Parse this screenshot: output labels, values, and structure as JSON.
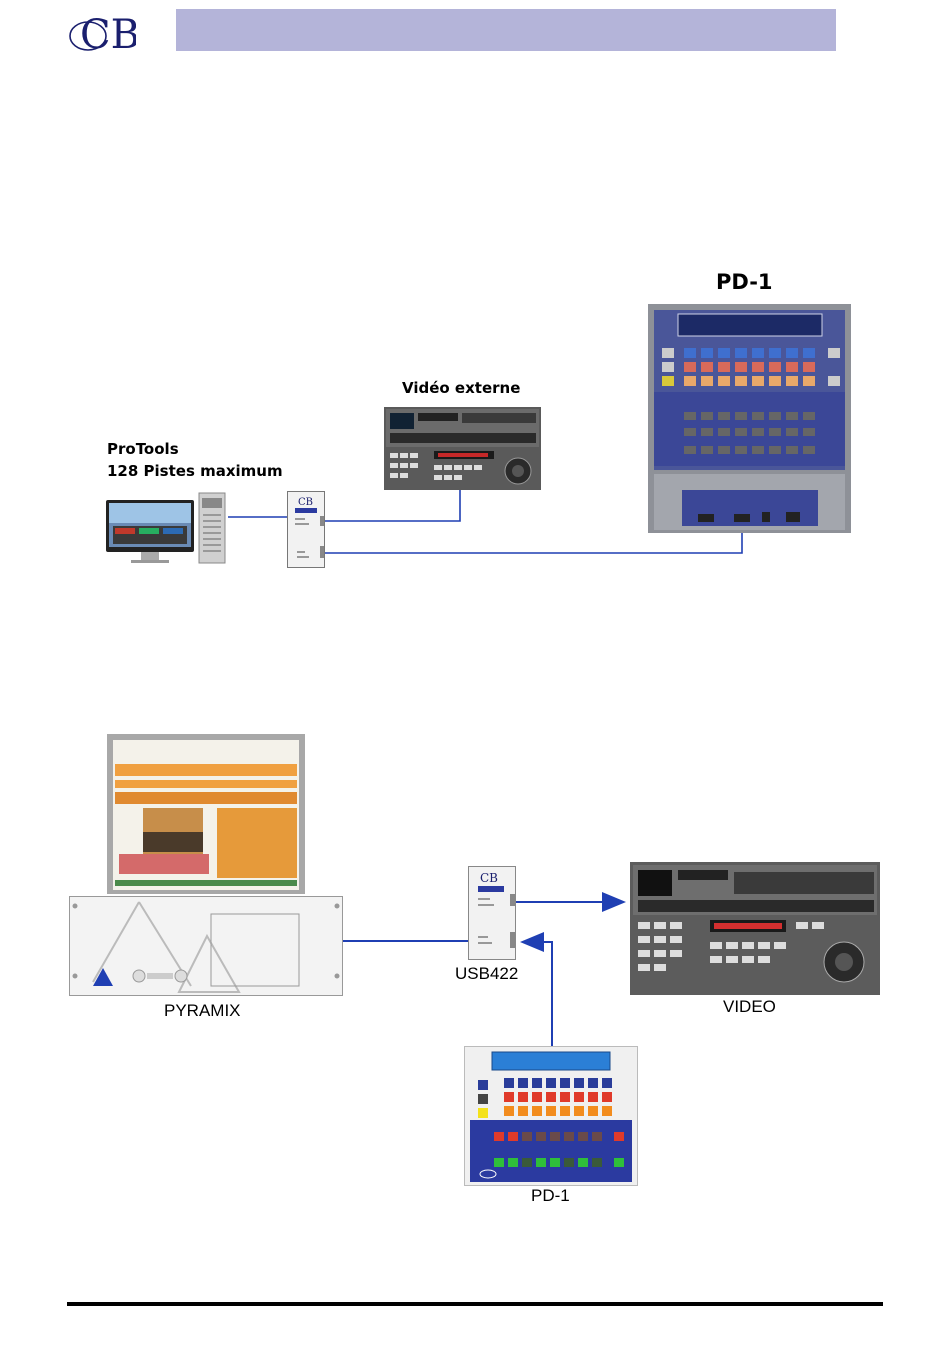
{
  "header": {
    "logo_text": "CB"
  },
  "diagram_top": {
    "pd1_title": "PD-1",
    "video_label": "Vidéo externe",
    "protools_line1": "ProTools",
    "protools_line2": "128 Pistes maximum"
  },
  "diagram_bottom": {
    "pyramix_label": "PYRAMIX",
    "usb422_label": "USB422",
    "video_label": "VIDEO",
    "pd1_label": "PD-1"
  },
  "colors": {
    "header_bar": "#b4b4d9",
    "wire": "#1f3fb3",
    "panel_blue": "#2b3aa0",
    "key_red": "#e03a2a",
    "key_orange": "#f28c1e",
    "key_green": "#2fbf3a",
    "key_yellow": "#f4e21a"
  }
}
